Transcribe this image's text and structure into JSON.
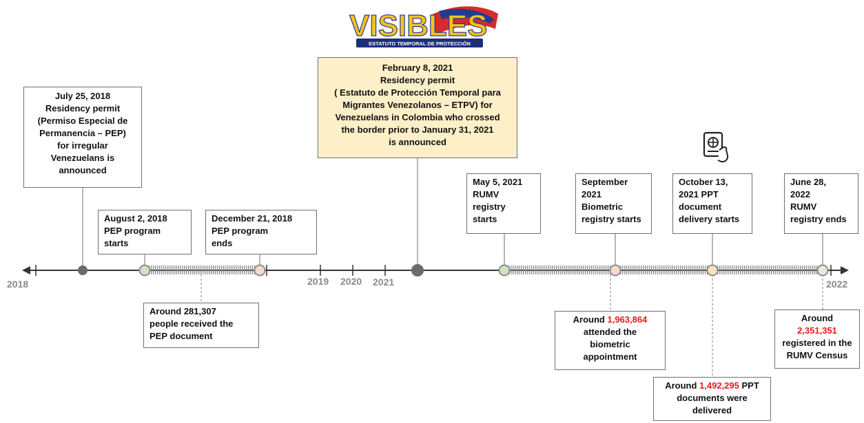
{
  "logo": {
    "text": "VISIBLES",
    "subtitle": "ESTATUTO TEMPORAL DE PROTECCIÓN",
    "colors": {
      "yellow": "#f6c21c",
      "blue": "#233c8f",
      "red": "#d52b2b",
      "navy": "#1d2f78"
    }
  },
  "icons": {
    "passport": "passport-globe-icon"
  },
  "year_labels": [
    "2018",
    "2019",
    "2020",
    "2021",
    "2022"
  ],
  "colors": {
    "line": "#333333",
    "hatch": "#8f8f8f",
    "marker_gray": "#6b6b6b",
    "marker_green": "#cfe3c2",
    "marker_peach": "#f6dccd",
    "marker_stroke": "#8d8d8d",
    "highlight_box": "#fdefc7",
    "callout_red": "#e8191d"
  },
  "events": {
    "pep_announced": {
      "lines": [
        "July 25, 2018",
        "Residency permit",
        "(Permiso Especial de",
        "Permanencia – PEP)",
        "for irregular",
        "Venezuelans is",
        "announced"
      ]
    },
    "etpv_announced": {
      "lines": [
        "February 8, 2021",
        "Residency permit",
        "( Estatuto de Protección Temporal para",
        "Migrantes Venezolanos – ETPV) for",
        "Venezuelans in Colombia who crossed",
        "the border prior to January 31, 2021",
        "is announced"
      ]
    },
    "pep_starts": {
      "lines": [
        "August 2, 2018",
        "PEP program",
        "starts"
      ]
    },
    "pep_ends": {
      "lines": [
        "December 21, 2018",
        "PEP program",
        "ends"
      ]
    },
    "rumv_starts": {
      "lines": [
        "May 5, 2021",
        "RUMV",
        "registry",
        "starts"
      ]
    },
    "biometric_starts": {
      "lines": [
        "September",
        "2021",
        "Biometric",
        "registry starts"
      ]
    },
    "ppt_delivery_starts": {
      "lines": [
        "October 13,",
        "2021 PPT",
        "document",
        "delivery starts"
      ]
    },
    "rumv_ends": {
      "lines": [
        "June 28,",
        "2022",
        "RUMV",
        "registry ends"
      ]
    }
  },
  "callouts": {
    "pep_received": {
      "lines": [
        "Around 281,307",
        "people received the",
        "PEP document"
      ]
    },
    "biometric_attended": {
      "prefix": "Around ",
      "value": "1,963,864",
      "rest": [
        "attended the",
        "biometric",
        "appointment"
      ]
    },
    "rumv_registered": {
      "first": "Around",
      "value": "2,351,351",
      "rest": [
        "registered in the",
        "RUMV Census"
      ]
    },
    "ppt_delivered": {
      "prefix": "Around ",
      "value": "1,492,295",
      "suffix": " PPT",
      "rest": [
        "documents were",
        "delivered"
      ]
    }
  }
}
